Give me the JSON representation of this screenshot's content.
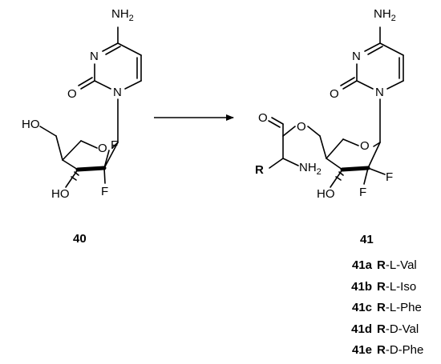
{
  "scheme": {
    "labels": {
      "nh2": "NH",
      "nh2_sub": "2",
      "n": "N",
      "o": "O",
      "f": "F",
      "ho": "HO",
      "r": "R",
      "sub2": "2"
    },
    "compounds": {
      "start": "40",
      "product": "41"
    },
    "variants": [
      {
        "id": "41a",
        "r": "R",
        "desc": "-L-Val"
      },
      {
        "id": "41b",
        "r": "R",
        "desc": "-L-Iso"
      },
      {
        "id": "41c",
        "r": "R",
        "desc": "-L-Phe"
      },
      {
        "id": "41d",
        "r": "R",
        "desc": "-D-Val"
      },
      {
        "id": "41e",
        "r": "R",
        "desc": "-D-Phe"
      }
    ]
  }
}
